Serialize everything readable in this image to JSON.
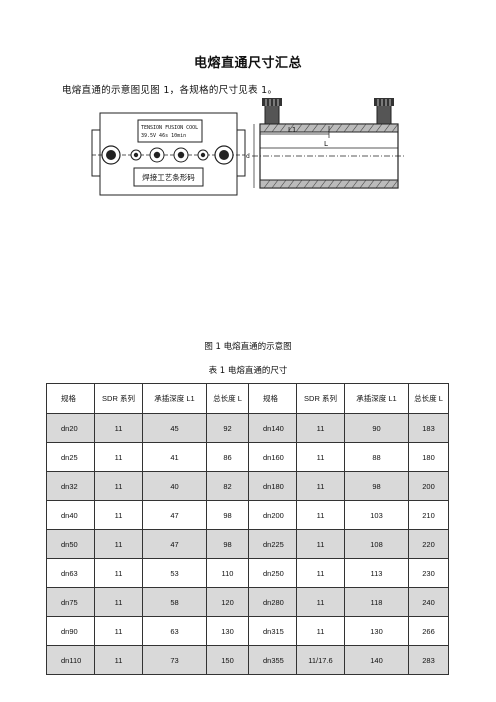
{
  "document": {
    "title": "电熔直通尺寸汇总",
    "intro": "电熔直通的示意图见图 1，各规格的尺寸见表 1。",
    "figure_caption": "图 1  电熔直通的示意图",
    "table_caption": "表 1  电熔直通的尺寸"
  },
  "diagram": {
    "display_line1": "TENSION  FUSION  COOL",
    "display_line2": "39.5V     46s    10min",
    "barcode_label": "焊接工艺条形码",
    "dim_l1": "L1",
    "dim_l": "L",
    "dim_d": "d"
  },
  "table": {
    "headers": [
      "规格",
      "SDR 系列",
      "承插深度 L1",
      "总长度 L",
      "规格",
      "SDR 系列",
      "承插深度 L1",
      "总长度 L"
    ],
    "rows": [
      [
        "dn20",
        "11",
        "45",
        "92",
        "dn140",
        "11",
        "90",
        "183"
      ],
      [
        "dn25",
        "11",
        "41",
        "86",
        "dn160",
        "11",
        "88",
        "180"
      ],
      [
        "dn32",
        "11",
        "40",
        "82",
        "dn180",
        "11",
        "98",
        "200"
      ],
      [
        "dn40",
        "11",
        "47",
        "98",
        "dn200",
        "11",
        "103",
        "210"
      ],
      [
        "dn50",
        "11",
        "47",
        "98",
        "dn225",
        "11",
        "108",
        "220"
      ],
      [
        "dn63",
        "11",
        "53",
        "110",
        "dn250",
        "11",
        "113",
        "230"
      ],
      [
        "dn75",
        "11",
        "58",
        "120",
        "dn280",
        "11",
        "118",
        "240"
      ],
      [
        "dn90",
        "11",
        "63",
        "130",
        "dn315",
        "11",
        "130",
        "266"
      ],
      [
        "dn110",
        "11",
        "73",
        "150",
        "dn355",
        "11/17.6",
        "140",
        "283"
      ]
    ]
  }
}
